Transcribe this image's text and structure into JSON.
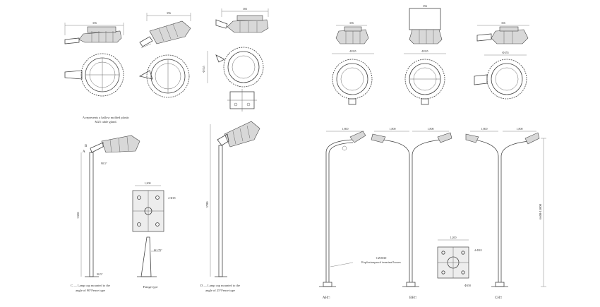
{
  "notes": {
    "cable_gland_line1": "A represents a hallow molded plastic",
    "cable_gland_line2": "M25 cable gland."
  },
  "captions": {
    "c_line1": "C — Lamp cap mounted to the",
    "c_line2": "angle of 90°Fence type",
    "flange": "Flange type",
    "d_line1": "D — Lamp cap mounted to the",
    "d_line2": "angle of 25°Fence type",
    "box_line1": "CZ0030",
    "box_line2": "Explosionproof terminal boxes",
    "ah": "AH□",
    "bh": "BH□",
    "ch": "CH□"
  },
  "dims": {
    "top_lamp1": "356",
    "top_lamp2": "356",
    "top_lamp3": "383",
    "right_lamp1": "356",
    "right_lamp2": "356",
    "right_lamp3": "356",
    "ring_side": "Ф355",
    "right_ring1": "Ф355",
    "right_ring2": "Ф355",
    "right_ring3": "Ф355",
    "angle_c": "90.5°",
    "angle_c_bottom": "90.5°",
    "pole_c_height": "3328",
    "pole_d_height": "3700",
    "angle_flange": "Ф1.75°",
    "plate_width": "1,200",
    "plate_hole": "4-Ф18",
    "right_plate_width": "1,200",
    "right_plate_hole": "4-Ф18",
    "right_plate_base": "Ф350",
    "arm_ah": "1,800",
    "arm_bh_left": "1,800",
    "arm_bh_right": "1,800",
    "arm_ch_left": "1,800",
    "arm_ch_right": "1,800",
    "pole_height_range": "6600-15000",
    "label_a": "A",
    "label_b": "B"
  }
}
